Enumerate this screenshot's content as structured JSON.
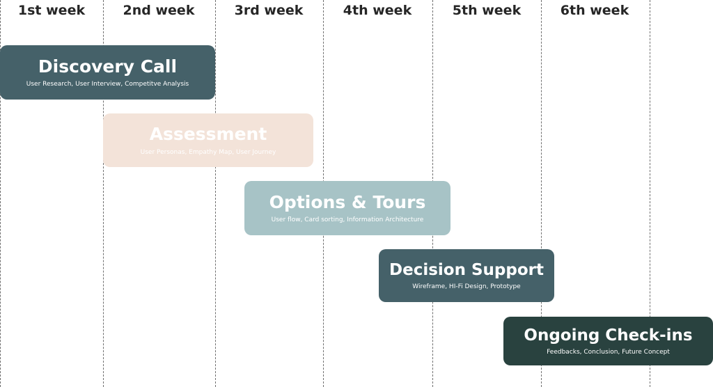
{
  "weeks": [
    {
      "label": "1st week"
    },
    {
      "label": "2nd week"
    },
    {
      "label": "3rd week"
    },
    {
      "label": "4th week"
    },
    {
      "label": "5th week"
    },
    {
      "label": "6th week"
    }
  ],
  "phases": [
    {
      "title": "Discovery Call",
      "subtitle": "User Research, User Interview, Competitve Analysis",
      "background": "#456169",
      "color": "#ffffff"
    },
    {
      "title": "Assessment",
      "subtitle": "User Personas, Empathy Map, User Journey",
      "background": "#f3e3d9",
      "color": "#ffffff"
    },
    {
      "title": "Options & Tours",
      "subtitle": "User flow, Card sorting, Information Architecture",
      "background": "#a7c3c6",
      "color": "#ffffff"
    },
    {
      "title": "Decision Support",
      "subtitle": "Wireframe, HI-Fi Design, Prototype",
      "background": "#456169",
      "color": "#ffffff"
    },
    {
      "title": "Ongoing Check-ins",
      "subtitle": "Feedbacks, Conclusion, Future Concept",
      "background": "#29423f",
      "color": "#ffffff"
    }
  ]
}
